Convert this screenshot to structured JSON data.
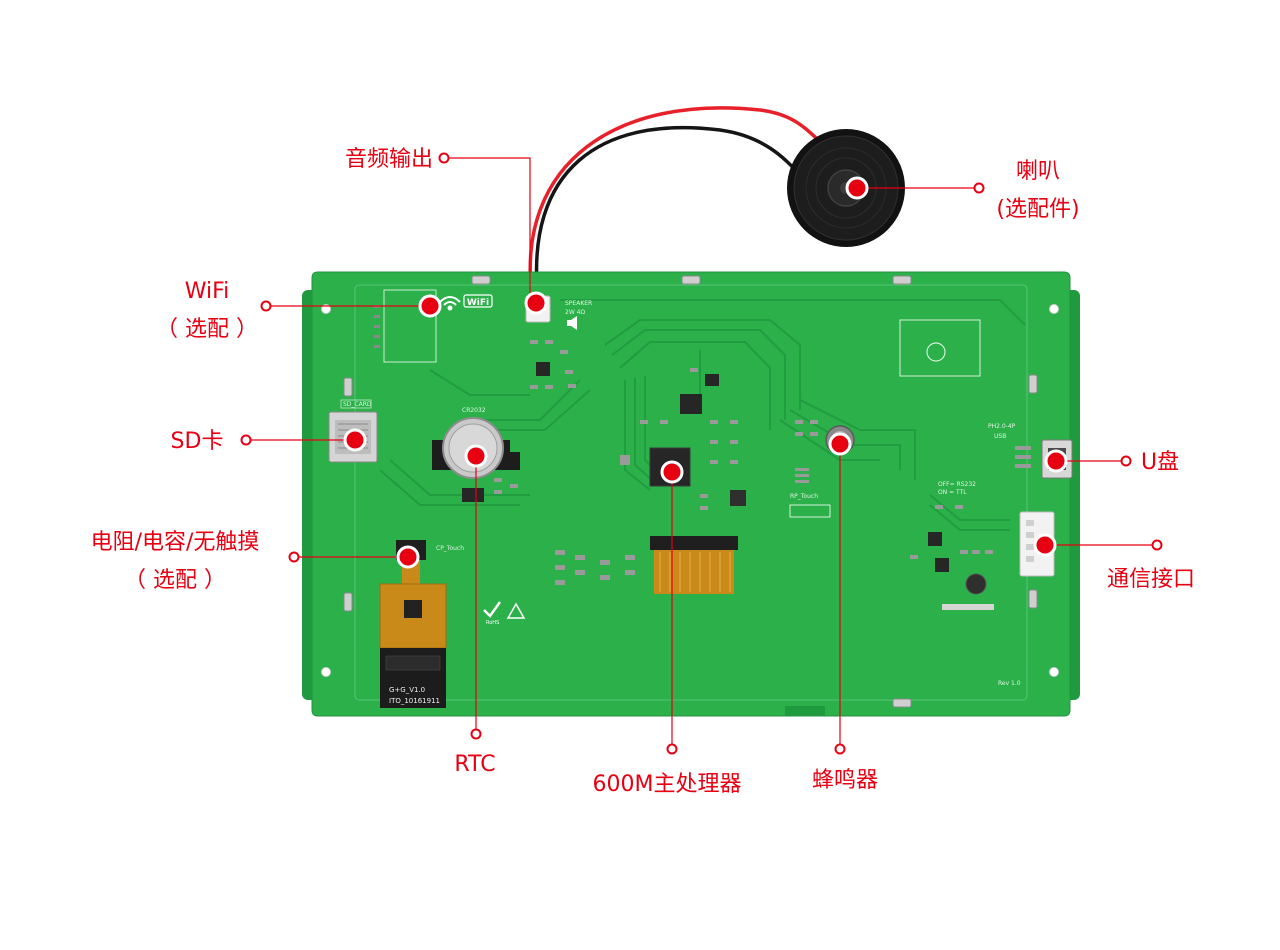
{
  "colors": {
    "accent": "#e60012",
    "pcb": "#2bb04a",
    "pcb_dark": "#22953d",
    "trace": "#259a41",
    "chip": "#262626",
    "silver": "#c9c9c9",
    "white": "#ffffff"
  },
  "labels": {
    "audio_out": "音频输出",
    "speaker": "喇叭",
    "speaker_note": "(选配件)",
    "wifi": "WiFi",
    "wifi_note": "（ 选配 ）",
    "sd_card": "SD卡",
    "touch": "电阻/电容/无触摸",
    "touch_note": "（ 选配 ）",
    "usb_disk": "U盘",
    "comm_port": "通信接口",
    "rtc": "RTC",
    "cpu": "600M主处理器",
    "buzzer": "蜂鸣器"
  },
  "silkscreen": {
    "speaker": "SPEAKER",
    "speaker_spec": "2W 4Ω",
    "wifi": "WiFi",
    "sd": "SD_CARD",
    "battery": "CR2032",
    "cp_touch": "CP_Touch",
    "rp_touch": "RP_Touch",
    "usb": "USB",
    "usb_conn": "PH2.0-4P",
    "rs232": "OFF= RS232",
    "ttl": "ON = TTL",
    "rev": "Rev 1.0",
    "fpc_1": "ITO_10161911",
    "fpc_2": "G+G_V1.0",
    "rohs": "RoHS"
  },
  "icons": [
    "wifi-icon",
    "speaker-icon",
    "rohs-check-icon",
    "esd-warning-icon"
  ]
}
